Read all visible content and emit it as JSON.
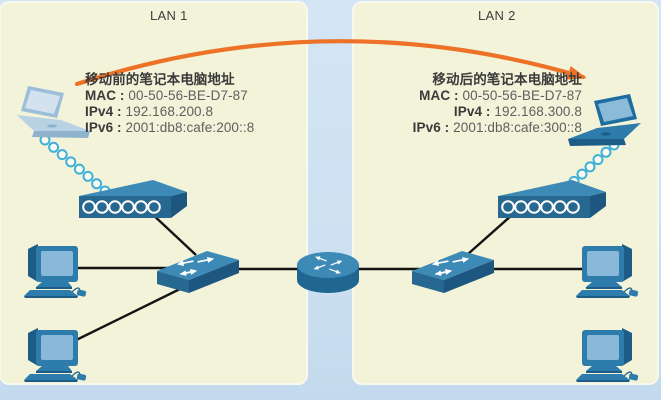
{
  "lan1": {
    "title": "LAN 1",
    "address": {
      "heading": "移动前的笔记本电脑地址",
      "rows": [
        {
          "label": "MAC",
          "value": "00-50-56-BE-D7-87"
        },
        {
          "label": "IPv4",
          "value": "192.168.200.8"
        },
        {
          "label": "IPv6",
          "value": "2001:db8:cafe:200::8"
        }
      ]
    },
    "devices": [
      "laptop",
      "wireless-router",
      "switch",
      "pc",
      "pc"
    ]
  },
  "lan2": {
    "title": "LAN 2",
    "address": {
      "heading": "移动后的笔记本电脑地址",
      "rows": [
        {
          "label": "MAC",
          "value": "00-50-56-BE-D7-87"
        },
        {
          "label": "IPv4",
          "value": "192.168.300.8"
        },
        {
          "label": "IPv6",
          "value": "2001:db8:cafe:300::8"
        }
      ]
    },
    "devices": [
      "laptop",
      "wireless-router",
      "switch",
      "pc",
      "pc"
    ]
  },
  "core_device": "router",
  "separator": " : ",
  "colors": {
    "page-bg": "#cde1f2",
    "panel-bg": "#f2f3d8",
    "panel-border": "#f8f9ec",
    "device-blue": "#2e7cab",
    "device-blue-dark": "#1d5c86",
    "device-blue-top": "#3e8ab7",
    "laptop-pale": "#9cbed8",
    "wireless-cyan": "#3fb0d8",
    "arrow-orange": "#ed7227",
    "text-dark": "#3a3a3a",
    "text-gray": "#5f5f5f",
    "link-black": "#141414"
  }
}
